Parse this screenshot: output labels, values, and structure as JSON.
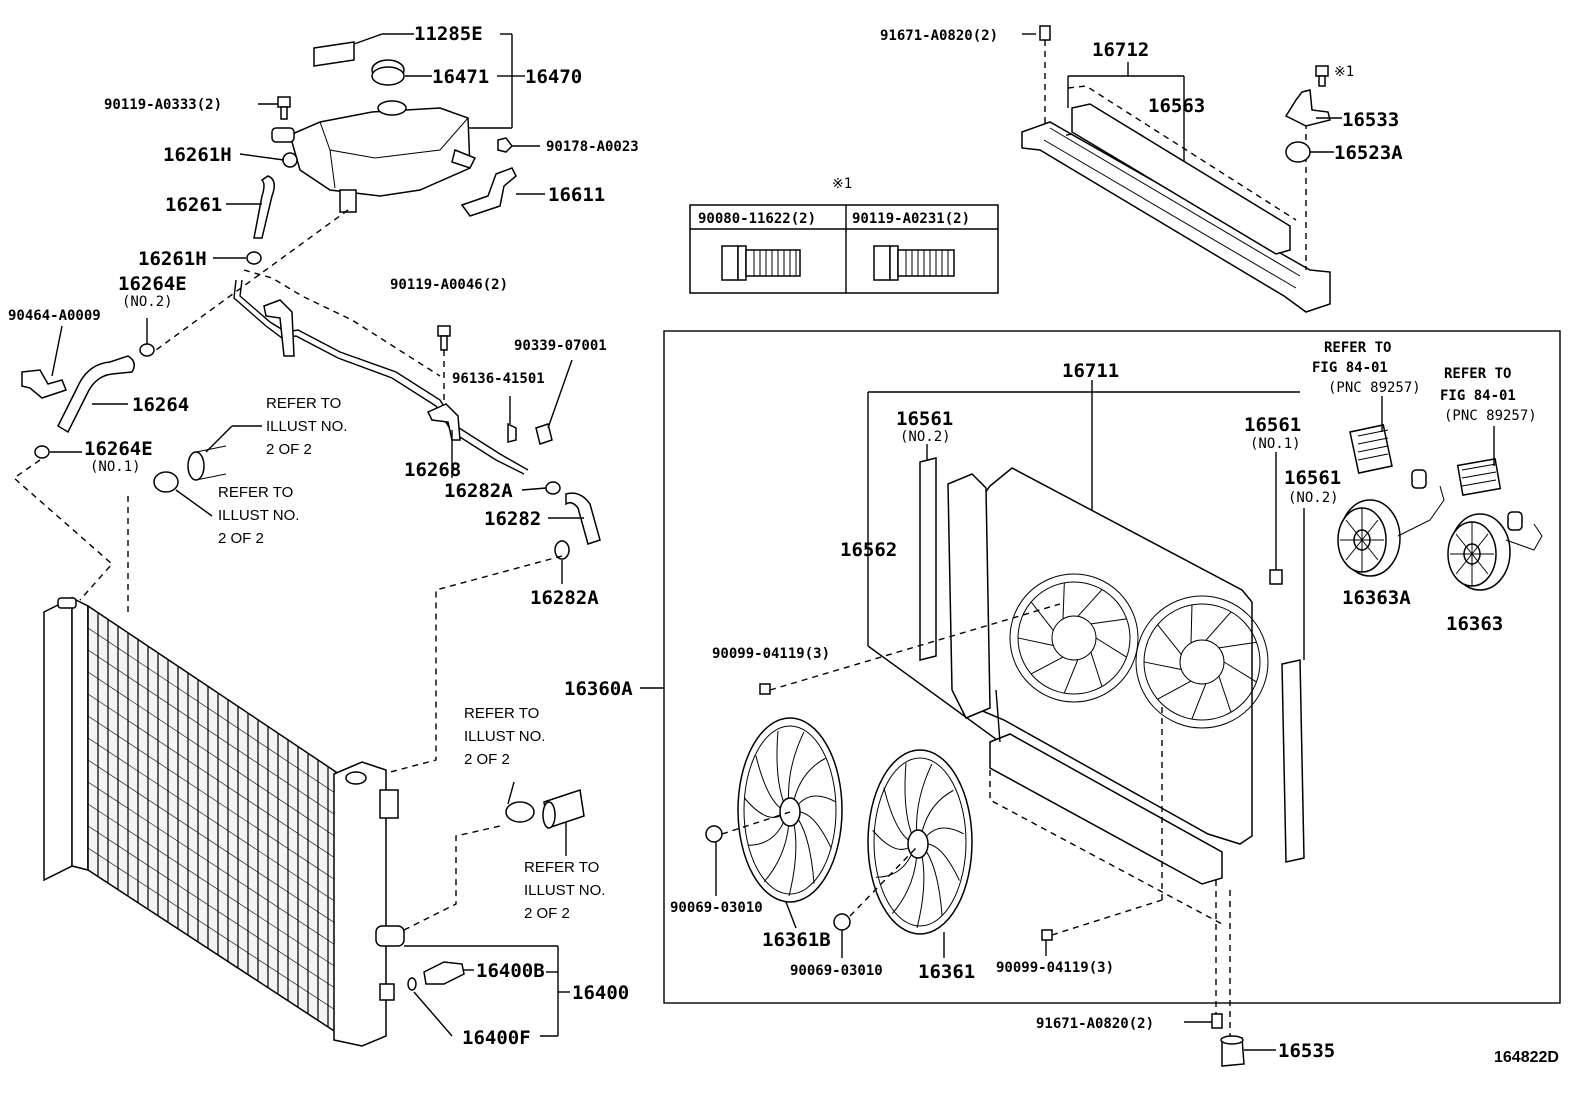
{
  "diagram_id": "164822D",
  "labels": {
    "p11285E": "11285E",
    "p16471": "16471",
    "p16470": "16470",
    "p90119A0333": "90119-A0333(2)",
    "p90178A0023": "90178-A0023",
    "p16261H_a": "16261H",
    "p16261": "16261",
    "p16611": "16611",
    "p16261H_b": "16261H",
    "p16264E_top": "16264E",
    "p16264E_top_sub": "(NO.2)",
    "p90464A0009": "90464-A0009",
    "p16264": "16264",
    "p16264E_bot": "16264E",
    "p16264E_bot_sub": "(NO.1)",
    "p90119A0046": "90119-A0046(2)",
    "p90339_07001": "90339-07001",
    "p96136_41501": "96136-41501",
    "p16268": "16268",
    "p16282A_a": "16282A",
    "p16282": "16282",
    "p16282A_b": "16282A",
    "p16360A": "16360A",
    "p16400B": "16400B",
    "p16400": "16400",
    "p16400F": "16400F",
    "p91671A0820_top": "91671-A0820(2)",
    "p16712": "16712",
    "p16563": "16563",
    "pKome1_top": "※1",
    "p16533": "16533",
    "p16523A": "16523A",
    "pKome1_box": "※1",
    "p90080_11622": "90080-11622(2)",
    "p90119A0231": "90119-A0231(2)",
    "p16711": "16711",
    "p16561_a": "16561",
    "p16561_a_sub": "(NO.2)",
    "p16561_b": "16561",
    "p16561_b_sub": "(NO.1)",
    "p16561_c": "16561",
    "p16561_c_sub": "(NO.2)",
    "p16562": "16562",
    "p90099_04119_a": "90099-04119(3)",
    "p90099_04119_b": "90099-04119(3)",
    "p90069_03010_a": "90069-03010",
    "p90069_03010_b": "90069-03010",
    "p16361B": "16361B",
    "p16361": "16361",
    "p16363A": "16363A",
    "p16363": "16363",
    "p91671A0820_bot": "91671-A0820(2)",
    "p16535": "16535"
  },
  "refer_notes": {
    "illust_a": [
      "REFER TO",
      "ILLUST NO.",
      "2 OF 2"
    ],
    "illust_b": [
      "REFER TO",
      "ILLUST NO.",
      "2 OF 2"
    ],
    "illust_c": [
      "REFER TO",
      "ILLUST NO.",
      "2 OF 2"
    ],
    "illust_d": [
      "REFER TO",
      "ILLUST NO.",
      "2 OF 2"
    ],
    "fig_a": [
      "REFER TO",
      "FIG 84-01",
      "(PNC 89257)"
    ],
    "fig_b": [
      "REFER TO",
      "FIG 84-01",
      "(PNC 89257)"
    ]
  }
}
